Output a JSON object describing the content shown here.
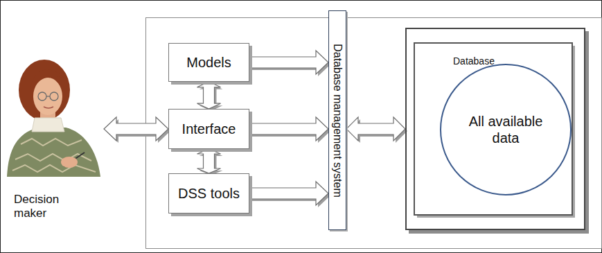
{
  "diagram": {
    "nodes": [
      {
        "text": [
          "Decision maker"
        ]
      },
      {
        "text": [
          "Models"
        ]
      },
      {
        "text": [
          "Interface"
        ]
      },
      {
        "text": [
          "DSS tools"
        ]
      },
      {
        "text": [
          "Database management system"
        ]
      },
      {
        "text": [
          "Database"
        ]
      },
      {
        "text": [
          "All available data"
        ],
        "in": 5
      }
    ],
    "edges": [
      {
        "from": 0,
        "to": 2,
        "arrow": "both"
      },
      {
        "from": 1,
        "to": 2,
        "arrow": "both"
      },
      {
        "from": 2,
        "to": 3,
        "arrow": "both"
      },
      {
        "from": 1,
        "to": 4,
        "arrow": "to"
      },
      {
        "from": 2,
        "to": 4,
        "arrow": "to"
      },
      {
        "from": 3,
        "to": 4,
        "arrow": "to"
      },
      {
        "from": 4,
        "to": 5,
        "arrow": "both"
      }
    ]
  }
}
